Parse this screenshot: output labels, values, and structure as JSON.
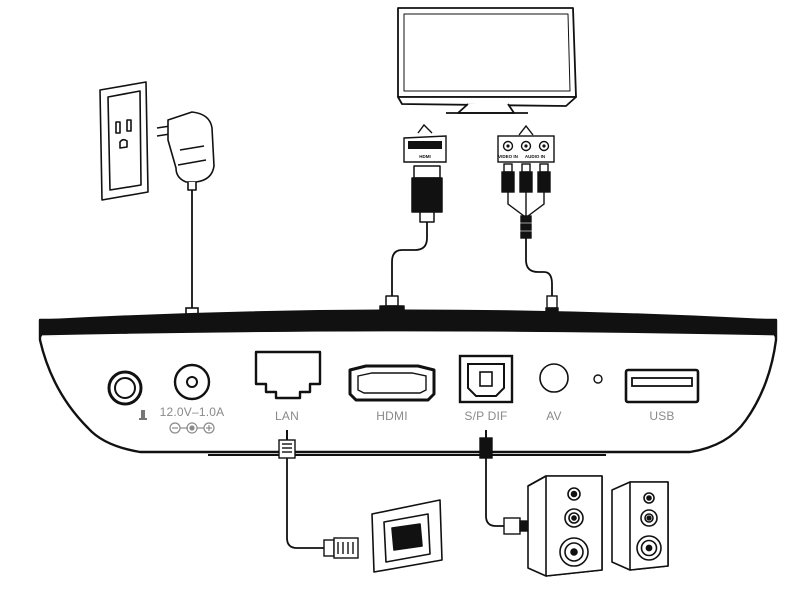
{
  "ports": {
    "power_rating": "12.0V–1.0A",
    "lan": "LAN",
    "hdmi": "HDMI",
    "spdif": "S/P DIF",
    "av": "AV",
    "usb": "USB"
  },
  "tv_panel": {
    "hdmi_badge": "HDMI",
    "video_in": "VIDEO IN",
    "audio_in": "AUDIO IN"
  },
  "plug": {
    "hdmi_text": "HDMI"
  },
  "icons": [
    "reset-button-icon",
    "power-jack-icon",
    "polarity-icon",
    "wall-outlet-icon",
    "power-adapter-icon",
    "tv-icon",
    "speaker-icon",
    "ethernet-wall-jack-icon"
  ],
  "colors": {
    "line": "#111111",
    "label": "#8a8a8a",
    "background": "#ffffff"
  }
}
